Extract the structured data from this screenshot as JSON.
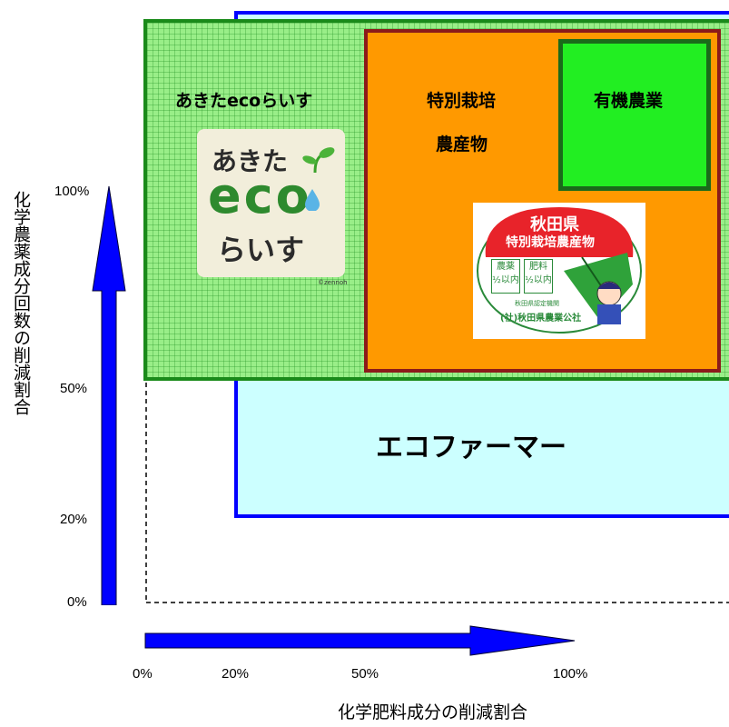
{
  "diagram": {
    "y_axis": {
      "label": "化学農薬成分回数の削減割合",
      "ticks": [
        "100%",
        "50%",
        "20%",
        "0%"
      ]
    },
    "x_axis": {
      "label": "化学肥料成分の削減割合",
      "ticks": [
        "0%",
        "20%",
        "50%",
        "100%"
      ]
    },
    "regions": {
      "eco_farmer": "エコファーマー",
      "akita_eco_rice": "あきたecoらいす",
      "special_cultivation": "特別栽培",
      "special_cultivation_2": "農産物",
      "organic": "有機農業"
    },
    "eco_logo": {
      "line1": "あきた",
      "line2": "eco",
      "line3": "らいす",
      "credit": "©zennoh"
    },
    "special_logo": {
      "title": "秋田県",
      "subtitle": "特別栽培農産物",
      "box1_a": "農薬",
      "box1_b": "½以内",
      "box2_a": "肥料",
      "box2_b": "½以内",
      "cert": "秋田県認定機関",
      "org": "(社)秋田県農業公社"
    },
    "colors": {
      "eco_farmer_fill": "#ccffff",
      "eco_farmer_border": "#0000ff",
      "eco_rice_fill": "#99ee88",
      "eco_rice_border": "#1a8a1a",
      "special_fill": "#ff9900",
      "special_border": "#8b1a1a",
      "organic_fill": "#22ee22",
      "organic_border": "#1a6a1a",
      "arrow": "#0000ff"
    }
  }
}
